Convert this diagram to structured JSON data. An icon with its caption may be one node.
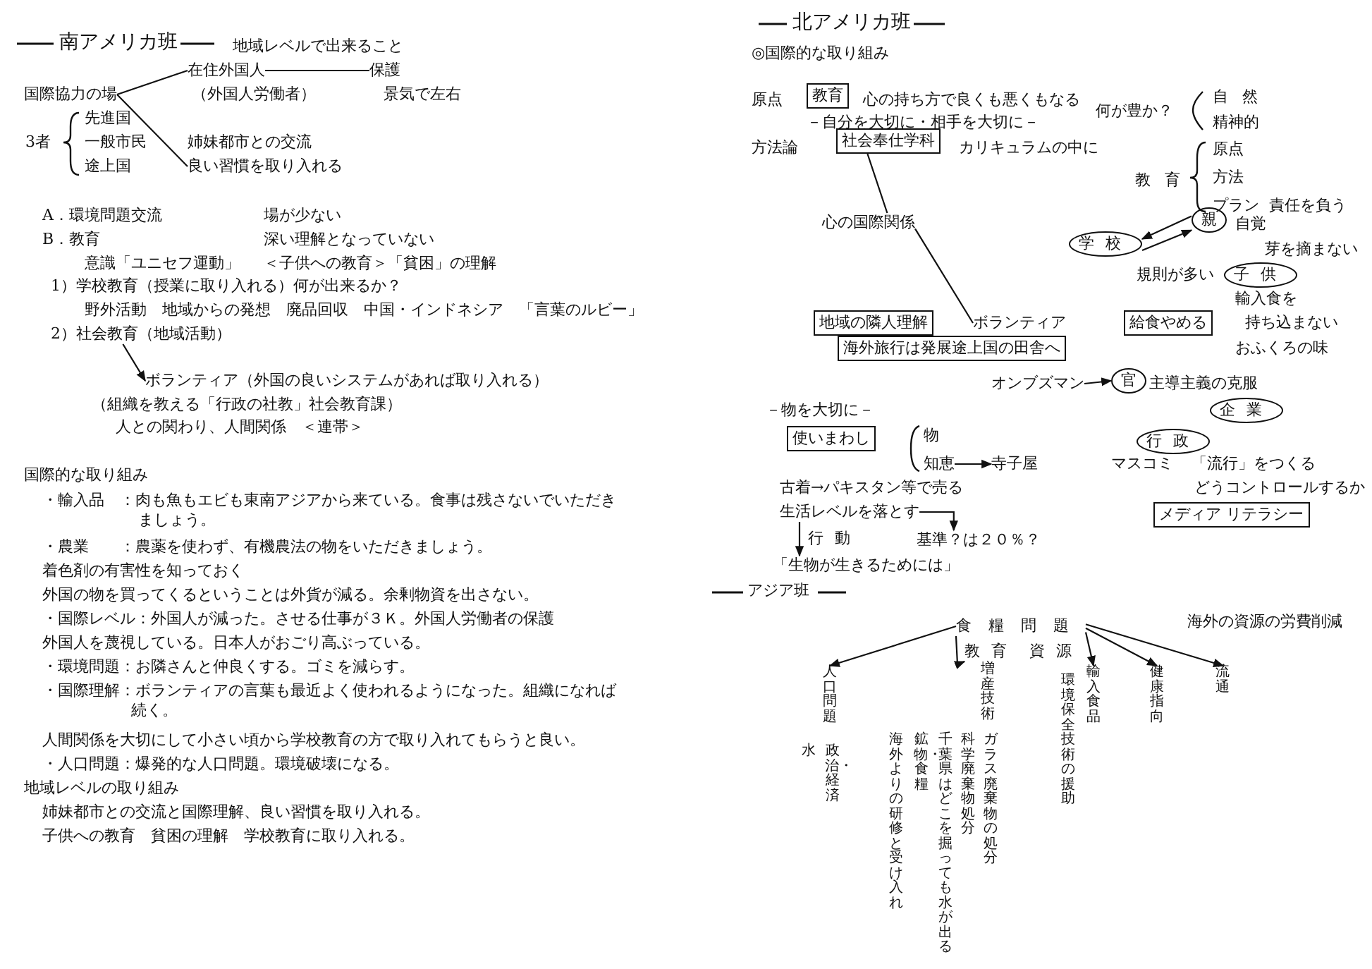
{
  "diagram": {
    "nodes": [
      {
        "text": [
          "国際協力の場"
        ]
      },
      {
        "text": [
          "在住外国人"
        ]
      },
      {
        "text": [
          "保護"
        ]
      },
      {
        "text": [
          "良い習慣を取り入れる"
        ]
      },
      {
        "text": [
          "2）社会教育（地域活動）"
        ]
      },
      {
        "text": [
          "ボランティア（外国の良いシステムがあれば取り入れる）"
        ]
      },
      {
        "text": [
          "教育"
        ]
      },
      {
        "text": [
          "社会奉仕学科"
        ]
      },
      {
        "text": [
          "心の国際関係"
        ]
      },
      {
        "text": [
          "親"
        ]
      },
      {
        "text": [
          "学校"
        ]
      },
      {
        "text": [
          "子供"
        ]
      },
      {
        "text": [
          "地域の隣人理解"
        ]
      },
      {
        "text": [
          "ボランティア"
        ]
      },
      {
        "text": [
          "給食やめる"
        ]
      },
      {
        "text": [
          "海外旅行は発展途上国の田舎へ"
        ]
      },
      {
        "text": [
          "オンブズマン"
        ]
      },
      {
        "text": [
          "官"
        ]
      },
      {
        "text": [
          "企業"
        ]
      },
      {
        "text": [
          "使いまわし"
        ]
      },
      {
        "text": [
          "行政"
        ]
      },
      {
        "text": [
          "知恵"
        ]
      },
      {
        "text": [
          "寺子屋"
        ]
      },
      {
        "text": [
          "メディア リテラシー"
        ]
      },
      {
        "text": [
          "生活レベルを落とす"
        ]
      },
      {
        "text": [
          "基準？は２０％？"
        ]
      },
      {
        "text": [
          "「生物が生きるためには」"
        ]
      },
      {
        "text": [
          "食糧問題"
        ]
      },
      {
        "text": [
          "人口問題"
        ]
      },
      {
        "text": [
          "教育"
        ]
      },
      {
        "text": [
          "資源"
        ]
      },
      {
        "text": [
          "輸入食品"
        ]
      },
      {
        "text": [
          "健康指向"
        ]
      },
      {
        "text": [
          "流通"
        ]
      }
    ],
    "edges": [
      {
        "from": 0,
        "to": 1,
        "arrow": "none"
      },
      {
        "from": 0,
        "to": 3,
        "arrow": "none"
      },
      {
        "from": 1,
        "to": 2,
        "arrow": "none"
      },
      {
        "from": 4,
        "to": 5,
        "arrow": "to"
      },
      {
        "from": 7,
        "to": 8,
        "arrow": "none"
      },
      {
        "from": 8,
        "to": 13,
        "arrow": "none"
      },
      {
        "from": 9,
        "to": 10,
        "arrow": "to"
      },
      {
        "from": 10,
        "to": 9,
        "arrow": "to"
      },
      {
        "from": 16,
        "to": 17,
        "arrow": "to"
      },
      {
        "from": 21,
        "to": 22,
        "arrow": "to"
      },
      {
        "from": 24,
        "to": 25,
        "arrow": "to"
      },
      {
        "from": 24,
        "to": 26,
        "arrow": "to",
        "label": "行動"
      },
      {
        "from": 27,
        "to": 28,
        "arrow": "to"
      },
      {
        "from": 27,
        "to": 29,
        "arrow": "to"
      },
      {
        "from": 27,
        "to": 31,
        "arrow": "to"
      },
      {
        "from": 27,
        "to": 32,
        "arrow": "to"
      },
      {
        "from": 27,
        "to": 33,
        "arrow": "to"
      }
    ],
    "labels": [
      "南アメリカ班",
      "地域レベルで出来ること",
      "（外国人労働者）",
      "景気で左右",
      "3者",
      "先進国",
      "一般市民",
      "途上国",
      "姉妹都市との交流",
      "A．環境問題交流",
      "場が少ない",
      "B．教育",
      "深い理解となっていない",
      "意識「ユニセフ運動」",
      "＜子供への教育＞「貧困」の理解",
      "1）学校教育（授業に取り入れる）何が出来るか？",
      "野外活動　地域からの発想　廃品回収　中国・インドネシア　「言葉のルビー」",
      "（組織を教える「行政の社教」社会教育課）",
      "人との関わり、人間関係　＜連帯＞",
      "国際的な取り組み",
      "・輸入品　：肉も魚もエビも東南アジアから来ている。食事は残さないでいただきましょう。",
      "・農業　　：農薬を使わず、有機農法の物をいただきましょう。",
      "着色剤の有害性を知っておく",
      "外国の物を買ってくるということは外貨が減る。余剰物資を出さない。",
      "・国際レベル：外国人が減った。させる仕事が３Ｋ。外国人労働者の保護",
      "外国人を蔑視している。日本人がおごり高ぶっている。",
      "・環境問題：お隣さんと仲良くする。ゴミを減らす。",
      "・国際理解：ボランティアの言葉も最近よく使われるようになった。組織になれば続く。",
      "人間関係を大切にして小さい頃から学校教育の方で取り入れてもらうと良い。",
      "・人口問題：爆発的な人口問題。環境破壊になる。",
      "地域レベルの取り組み",
      "姉妹都市との交流と国際理解、良い習慣を取り入れる。",
      "子供への教育　貧困の理解　学校教育に取り入れる。",
      "北アメリカ班",
      "◎国際的な取り組み",
      "原点",
      "心の持ち方で良くも悪くもなる",
      "－自分を大切に・相手を大切に－",
      "方法論",
      "カリキュラムの中に",
      "何が豊か？",
      "自然",
      "精神的",
      "教育",
      "原点",
      "方法",
      "プラン",
      "責任を負う",
      "自覚",
      "芽を摘まない",
      "規則が多い",
      "輸入食を",
      "持ち込まない",
      "おふくろの味",
      "主導主義の克服",
      "－物を大切に－",
      "物",
      "マスコミ",
      "「流行」をつくる",
      "古着→パキスタン等で売る",
      "どうコントロールするか",
      "アジア班",
      "海外の資源の労費削減",
      "増産技術",
      "環境保全技術の援助",
      "水",
      "政治・経済",
      "海外よりの研修と受け入れ",
      "鉱物・食糧",
      "千葉県はどこを掘っても水が出る",
      "科学廃棄物処分",
      "ガラス廃棄物の処分"
    ]
  }
}
